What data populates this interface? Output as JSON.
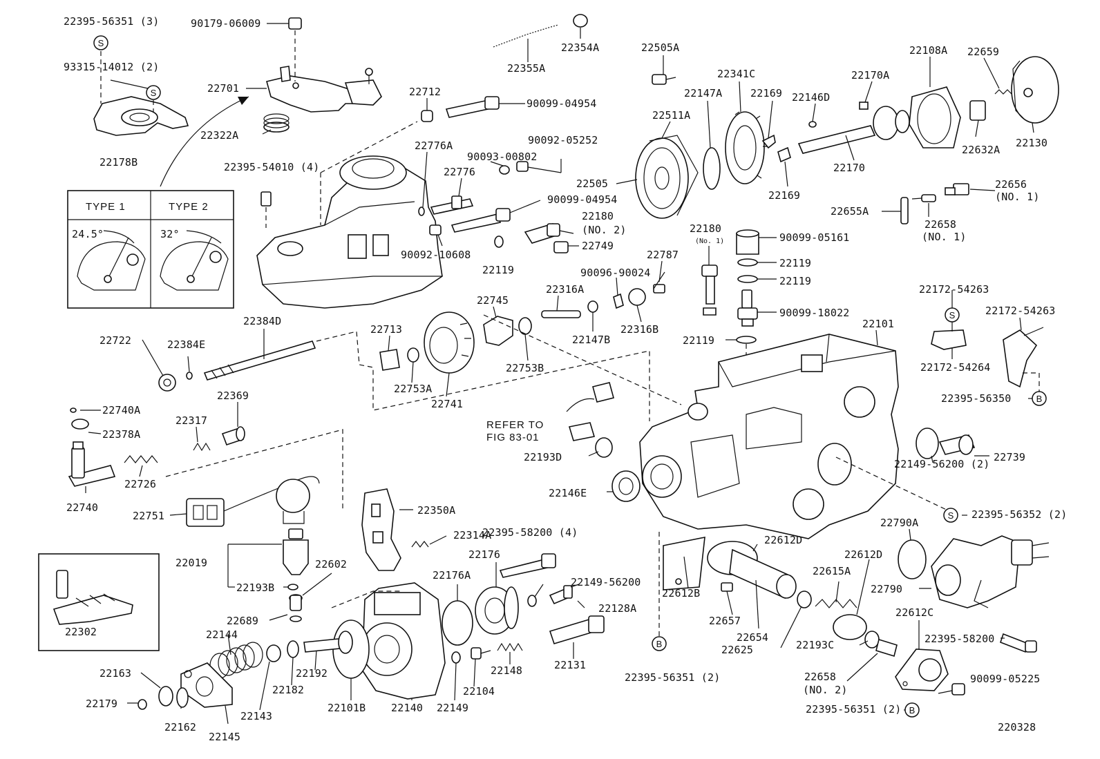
{
  "diagram_id": "220328",
  "type_box": {
    "type1_label": "TYPE 1",
    "type2_label": "TYPE 2",
    "type1_angle": "24.5°",
    "type2_angle": "32°"
  },
  "refer": {
    "line1": "REFER TO",
    "line2": "FIG 83-01"
  },
  "markers": {
    "s": "S",
    "b": "B"
  },
  "labels": {
    "p22395_56351_3": "22395-56351 (3)",
    "p90179_06009": "90179-06009",
    "p22354A": "22354A",
    "p22355A": "22355A",
    "p93315_14012": "93315-14012 (2)",
    "p22701": "22701",
    "p22712": "22712",
    "p90099_04954_a": "90099-04954",
    "p22322A": "22322A",
    "p22178B": "22178B",
    "p22776A": "22776A",
    "p90093_00802": "90093-00802",
    "p90092_05252": "90092-05252",
    "p22395_54010": "22395-54010 (4)",
    "p22776": "22776",
    "p90099_04954_b": "90099-04954",
    "p22180_2": "22180",
    "p22180_2b": "(NO. 2)",
    "p22749": "22749",
    "p90092_10608": "90092-10608",
    "p22119_a": "22119",
    "p22505A": "22505A",
    "p22341C": "22341C",
    "p22147A": "22147A",
    "p22169_a": "22169",
    "p22146D": "22146D",
    "p22170A": "22170A",
    "p22108A": "22108A",
    "p22659": "22659",
    "p22511A": "22511A",
    "p22505": "22505",
    "p22169_b": "22169",
    "p22170": "22170",
    "p22632A": "22632A",
    "p22130": "22130",
    "p22656": "22656",
    "p22656b": "(NO. 1)",
    "p22655A": "22655A",
    "p22658_1": "22658",
    "p22658_1b": "(NO. 1)",
    "p22180_1": "22180",
    "p22180_1b": "(No. 1)",
    "p90099_05161": "90099-05161",
    "p22119_b": "22119",
    "p22119_c": "22119",
    "p90099_18022": "90099-18022",
    "p22119_d": "22119",
    "p22787": "22787",
    "p90096_90024": "90096-90024",
    "p22745": "22745",
    "p22316A": "22316A",
    "p22147B": "22147B",
    "p22316B": "22316B",
    "p22101": "22101",
    "p22172_54263_a": "22172-54263",
    "p22172_54263_b": "22172-54263",
    "p22172_54264": "22172-54264",
    "p22395_56350": "22395-56350",
    "p22384D": "22384D",
    "p22722": "22722",
    "p22384E": "22384E",
    "p22713": "22713",
    "p22753A": "22753A",
    "p22741": "22741",
    "p22753B": "22753B",
    "p22369": "22369",
    "p22740A": "22740A",
    "p22378A": "22378A",
    "p22317": "22317",
    "p22726": "22726",
    "p22740": "22740",
    "p22193D": "22193D",
    "p22739": "22739",
    "p22149_56200_2": "22149-56200 (2)",
    "p22146E": "22146E",
    "p22751": "22751",
    "p22350A": "22350A",
    "p22395_58200_4": "22395-58200 (4)",
    "p22314A": "22314A",
    "p22395_56352": "22395-56352 (2)",
    "p22790A": "22790A",
    "p22612D_a": "22612D",
    "p22612D_b": "22612D",
    "p22019": "22019",
    "p22193B": "22193B",
    "p22602": "22602",
    "p22176A": "22176A",
    "p22176": "22176",
    "p22149_56200": "22149-56200",
    "p22128A": "22128A",
    "p22612B": "22612B",
    "p22615A": "22615A",
    "p22790": "22790",
    "p22612C": "22612C",
    "p22302": "22302",
    "p22689": "22689",
    "p22144": "22144",
    "p22657": "22657",
    "p22654": "22654",
    "p22625": "22625",
    "p22395_58200": "22395-58200",
    "p22193C": "22193C",
    "p22658_2": "22658",
    "p22658_2b": "(NO. 2)",
    "p22163": "22163",
    "p22179": "22179",
    "p22162": "22162",
    "p22145": "22145",
    "p22143": "22143",
    "p22182": "22182",
    "p22192": "22192",
    "p22101B": "22101B",
    "p22140": "22140",
    "p22149": "22149",
    "p22104": "22104",
    "p22148": "22148",
    "p22131": "22131",
    "p22395_56351_2a": "22395-56351 (2)",
    "p22395_56351_2b": "22395-56351 (2)",
    "p90099_05225": "90099-05225"
  }
}
